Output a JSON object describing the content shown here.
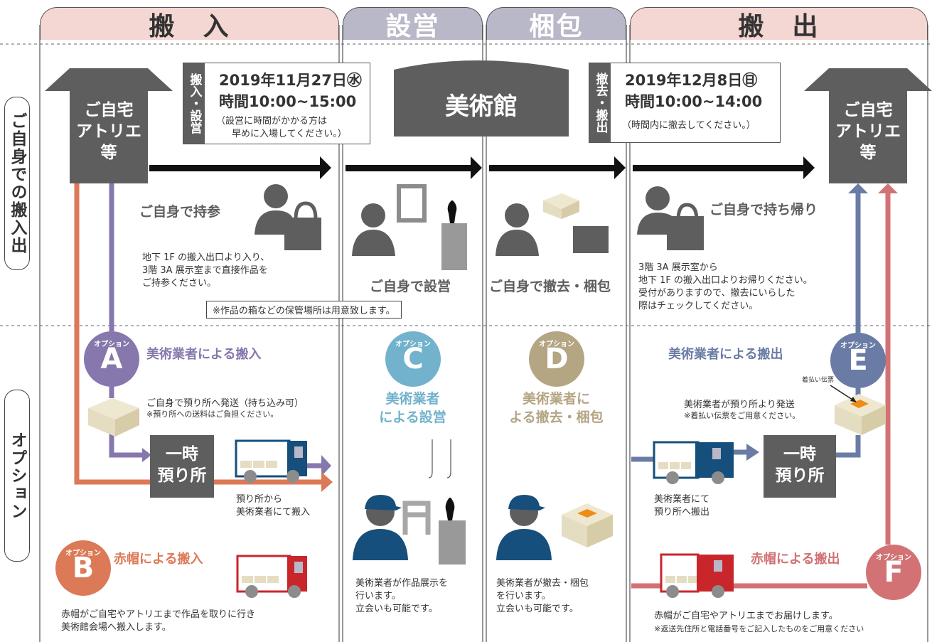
{
  "headers": {
    "hannyu": "搬　入",
    "setsuei": "設営",
    "konpo": "梱包",
    "hanshutsu": "搬　出"
  },
  "side_labels": {
    "top": "ご自身での搬入出",
    "bottom": "オプション"
  },
  "home_left": {
    "line1": "ご自宅",
    "line2": "アトリエ",
    "line3": "等"
  },
  "home_right": {
    "line1": "ご自宅",
    "line2": "アトリエ",
    "line3": "等"
  },
  "museum": "美術館",
  "date_in": {
    "tag": "搬入・設営",
    "date": "2019年11月27日㊌",
    "time": "時間10:00~15:00",
    "note1": "（設営に時間がかかる方は",
    "note2": "早めに入場してください。）"
  },
  "date_out": {
    "tag": "撤去・搬出",
    "date": "2019年12月8日㊐",
    "time": "時間10:00~14:00",
    "note": "（時間内に撤去してください。）"
  },
  "self": {
    "bring": "ご自身で持参",
    "bring_desc": [
      "地下 1F の搬入出口より入り、",
      "3階 3A 展示室まで直接作品を",
      "ご持参ください。"
    ],
    "setup": "ご自身で設営",
    "pack": "ご自身で撤去・梱包",
    "takeback": "ご自身で持ち帰り",
    "takeback_desc": [
      "3階 3A 展示室から",
      "地下 1F の搬入出口よりお帰りください。",
      "受付がありますので、撤去にいらした",
      "際はチェックしてください。"
    ],
    "storage_note": "※作品の箱などの保管場所は用意致します。"
  },
  "options": {
    "badge_small": "オプション",
    "A": {
      "letter": "A",
      "title": "美術業者による搬入",
      "desc1": "ご自身で預り所へ発送（持ち込み可）",
      "desc2": "※預り所への送料はご負担ください。",
      "after1": "預り所から",
      "after2": "美術業者にて搬入"
    },
    "B": {
      "letter": "B",
      "title": "赤帽による搬入",
      "desc1": "赤帽がご自宅やアトリエまで作品を取りに行き",
      "desc2": "美術館会場へ搬入します。"
    },
    "C": {
      "letter": "C",
      "title1": "美術業者",
      "title2": "による設営",
      "desc": [
        "美術業者が作品展示を",
        "行います。",
        "立会いも可能です。"
      ]
    },
    "D": {
      "letter": "D",
      "title1": "美術業者に",
      "title2": "よる撤去・梱包",
      "desc": [
        "美術業者が撤去・梱包",
        "を行います。",
        "立会いも可能です。"
      ]
    },
    "E": {
      "letter": "E",
      "title": "美術業者による搬出",
      "slip": "着払い伝票",
      "desc1": "美術業者が預り所より発送",
      "desc2": "※着払い伝票をご用意ください。",
      "after1": "美術業者にて",
      "after2": "預り所へ搬出"
    },
    "F": {
      "letter": "F",
      "title": "赤帽による搬出",
      "desc1": "赤帽がご自宅やアトリエまでお届けします。",
      "desc2": "※返送先住所と電話番号をご記入したものをご用意ください"
    }
  },
  "depot_left": {
    "line1": "一時",
    "line2": "預り所"
  },
  "depot_right": {
    "line1": "一時",
    "line2": "預り所"
  },
  "colors": {
    "purple": "#8678ad",
    "orange": "#dc7a57",
    "blue_gray": "#6a7ca5",
    "rose": "#d27274",
    "sky": "#72b2cc",
    "khaki": "#b4a583",
    "navy": "#164f7c",
    "red_truck": "#c9262c",
    "dark": "#5f5e5f",
    "box": "#e5ddc1"
  }
}
